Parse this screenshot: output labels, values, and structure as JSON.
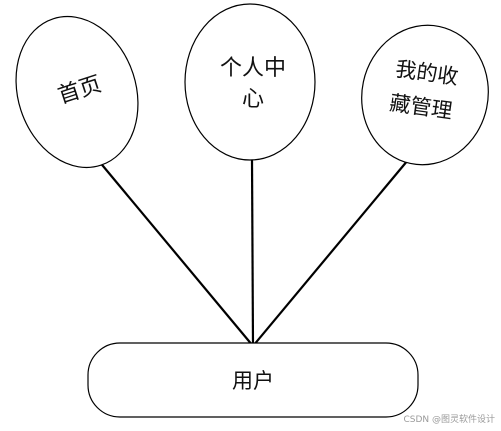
{
  "nodes": {
    "home": {
      "label": "首页"
    },
    "personal_center": {
      "lines": [
        "个人中",
        "心"
      ]
    },
    "favorites_management": {
      "lines": [
        "我的收",
        "藏管理"
      ]
    },
    "user": {
      "label": "用户"
    }
  },
  "watermark": "CSDN @图灵软件设计"
}
